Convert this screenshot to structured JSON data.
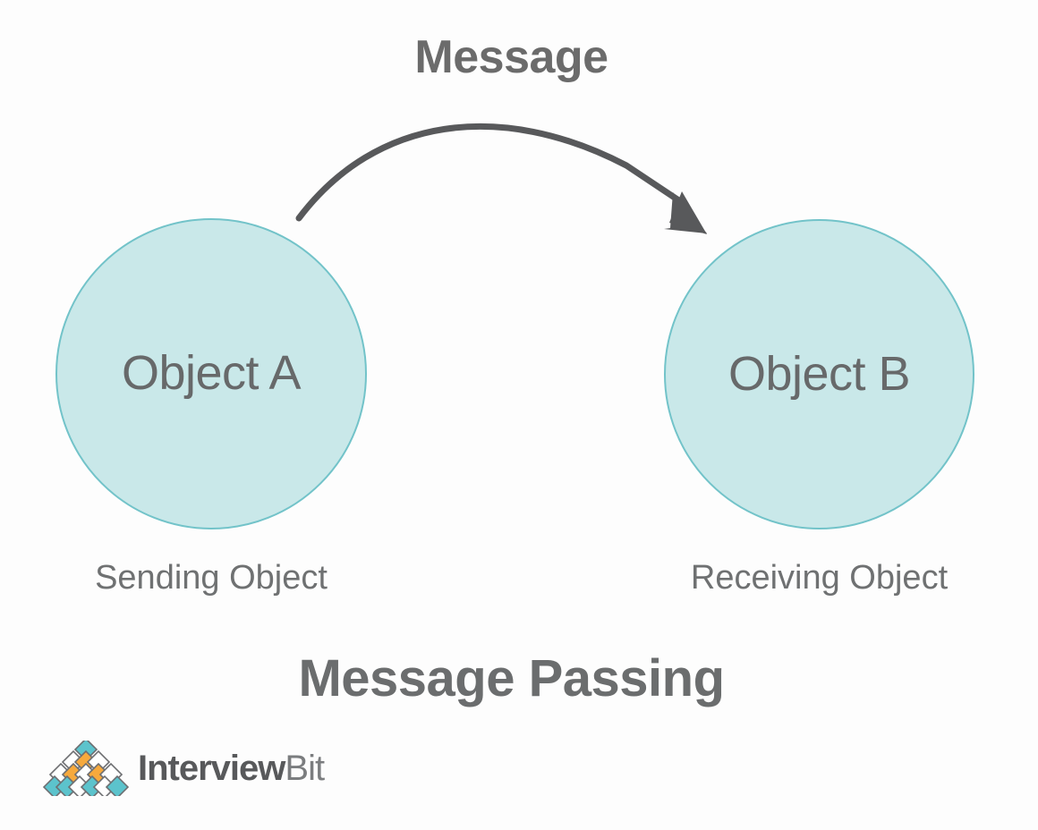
{
  "diagram": {
    "title": "Message Passing",
    "message_label": "Message",
    "background_color": "#fdfdfd",
    "arrow": {
      "name": "message-arrow",
      "color": "#58595b",
      "direction": "left-to-right",
      "from": "Object A",
      "to": "Object B"
    },
    "nodes": [
      {
        "id": "object-a",
        "label": "Object A",
        "caption": "Sending Object",
        "fill_color": "#c9e8e9",
        "border_color": "#72c3c9",
        "text_color": "#67696a"
      },
      {
        "id": "object-b",
        "label": "Object B",
        "caption": "Receiving Object",
        "fill_color": "#c9e8e9",
        "border_color": "#72c3c9",
        "text_color": "#67696a"
      }
    ]
  },
  "brand": {
    "word_primary": "Interview",
    "word_secondary": "Bit",
    "logo_colors": {
      "teal": "#5cc3cc",
      "orange": "#f6a93d",
      "white": "#ffffff",
      "outline": "#6d6e71"
    }
  }
}
